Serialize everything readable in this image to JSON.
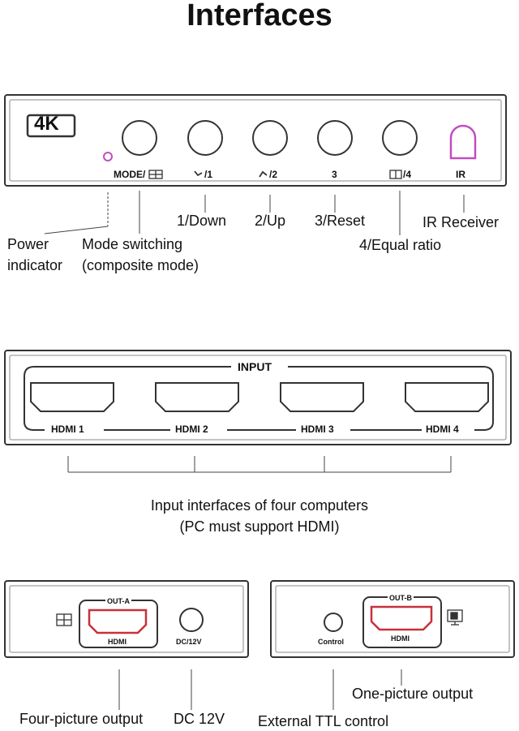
{
  "title": "Interfaces",
  "front_panel": {
    "badge": "4K",
    "buttons": [
      {
        "label": "MODE/",
        "icon": "grid-icon"
      },
      {
        "label": "/1",
        "icon": "arrow-down-left-icon"
      },
      {
        "label": "/2",
        "icon": "arrow-up-left-icon"
      },
      {
        "label": "3",
        "icon": ""
      },
      {
        "label": "/4",
        "icon": "split-icon"
      }
    ],
    "ir_label": "IR",
    "callouts": {
      "power": [
        "Power",
        "indicator"
      ],
      "mode": [
        "Mode switching",
        "(composite mode)"
      ],
      "down": "1/Down",
      "up": "2/Up",
      "reset": "3/Reset",
      "equal": "4/Equal ratio",
      "ir": "IR Receiver"
    },
    "colors": {
      "indicator": "#c04ec0",
      "ir": "#c04ec0"
    }
  },
  "input_panel": {
    "heading": "INPUT",
    "ports": [
      "HDMI 1",
      "HDMI 2",
      "HDMI 3",
      "HDMI 4"
    ],
    "caption": [
      "Input interfaces of four computers",
      "(PC must support HDMI)"
    ]
  },
  "rear_a": {
    "port_top": "OUT-A",
    "port_bottom": "HDMI",
    "dc_label": "DC/12V",
    "callouts": {
      "output": "Four-picture output",
      "dc": "DC 12V"
    },
    "port_color": "#c8303a"
  },
  "rear_b": {
    "port_top": "OUT-B",
    "port_bottom": "HDMI",
    "control_label": "Control",
    "callouts": {
      "output": "One-picture output",
      "control": "External TTL control"
    },
    "port_color": "#c8303a"
  }
}
